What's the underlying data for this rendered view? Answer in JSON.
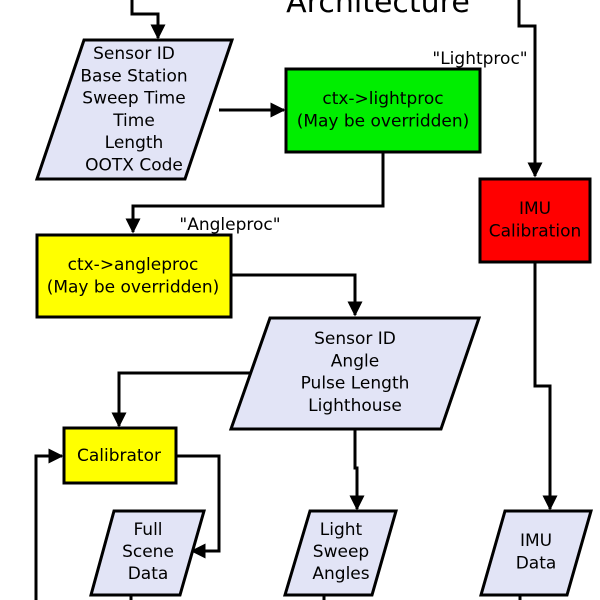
{
  "title": "Architecture",
  "colors": {
    "data_fill": "#e2e4f6",
    "lightproc_fill": "#00ee00",
    "imu_fill": "#ff0000",
    "angleproc_fill": "#ffff00",
    "calibrator_fill": "#ffff00",
    "stroke": "#000000"
  },
  "nodes": {
    "light_data": {
      "lines": [
        "Sensor ID",
        "Base Station",
        "Sweep Time",
        "Time",
        "Length",
        "OOTX Code"
      ]
    },
    "lightproc": {
      "lines": [
        "ctx->lightproc",
        "(May be overridden)"
      ]
    },
    "angleproc": {
      "lines": [
        "ctx->angleproc",
        "(May be overridden)"
      ]
    },
    "angle_data": {
      "lines": [
        "Sensor ID",
        "Angle",
        "Pulse Length",
        "Lighthouse"
      ]
    },
    "calibrator": {
      "lines": [
        "Calibrator"
      ]
    },
    "full_scene": {
      "lines": [
        "Full",
        "Scene",
        "Data"
      ]
    },
    "light_sweep": {
      "lines": [
        "Light",
        "Sweep",
        "Angles"
      ]
    },
    "imu_cal": {
      "lines": [
        "IMU",
        "Calibration"
      ]
    },
    "imu_data": {
      "lines": [
        "IMU",
        "Data"
      ]
    }
  },
  "edge_labels": {
    "lightproc": "\"Lightproc\"",
    "angleproc": "\"Angleproc\""
  }
}
